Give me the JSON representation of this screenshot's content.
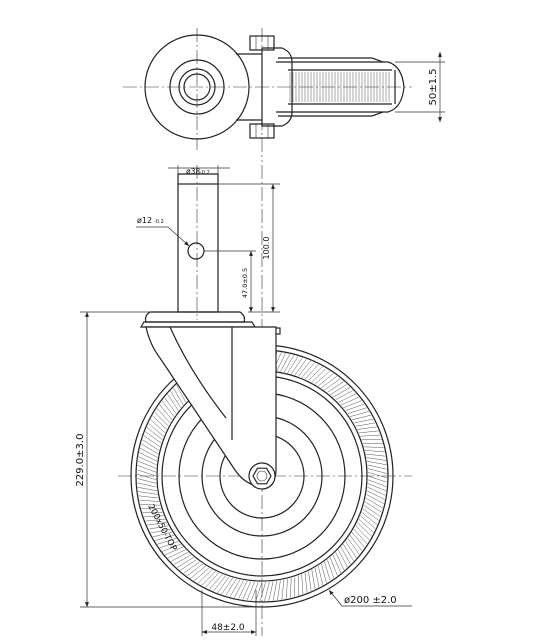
{
  "dimensions": {
    "top_width": "50±1.5",
    "stem_diameter": "ø38",
    "stem_diameter_tol": "-0.2",
    "hole_diameter": "ø12",
    "hole_diameter_tol": "-0.2",
    "stem_length": "100.0",
    "hole_position": "47.0±0.5",
    "total_height": "229.0±3.0",
    "wheel_diameter": "ø200 ±2.0",
    "wheel_width": "48±2.0",
    "wheel_code": "200x50-TOP"
  }
}
